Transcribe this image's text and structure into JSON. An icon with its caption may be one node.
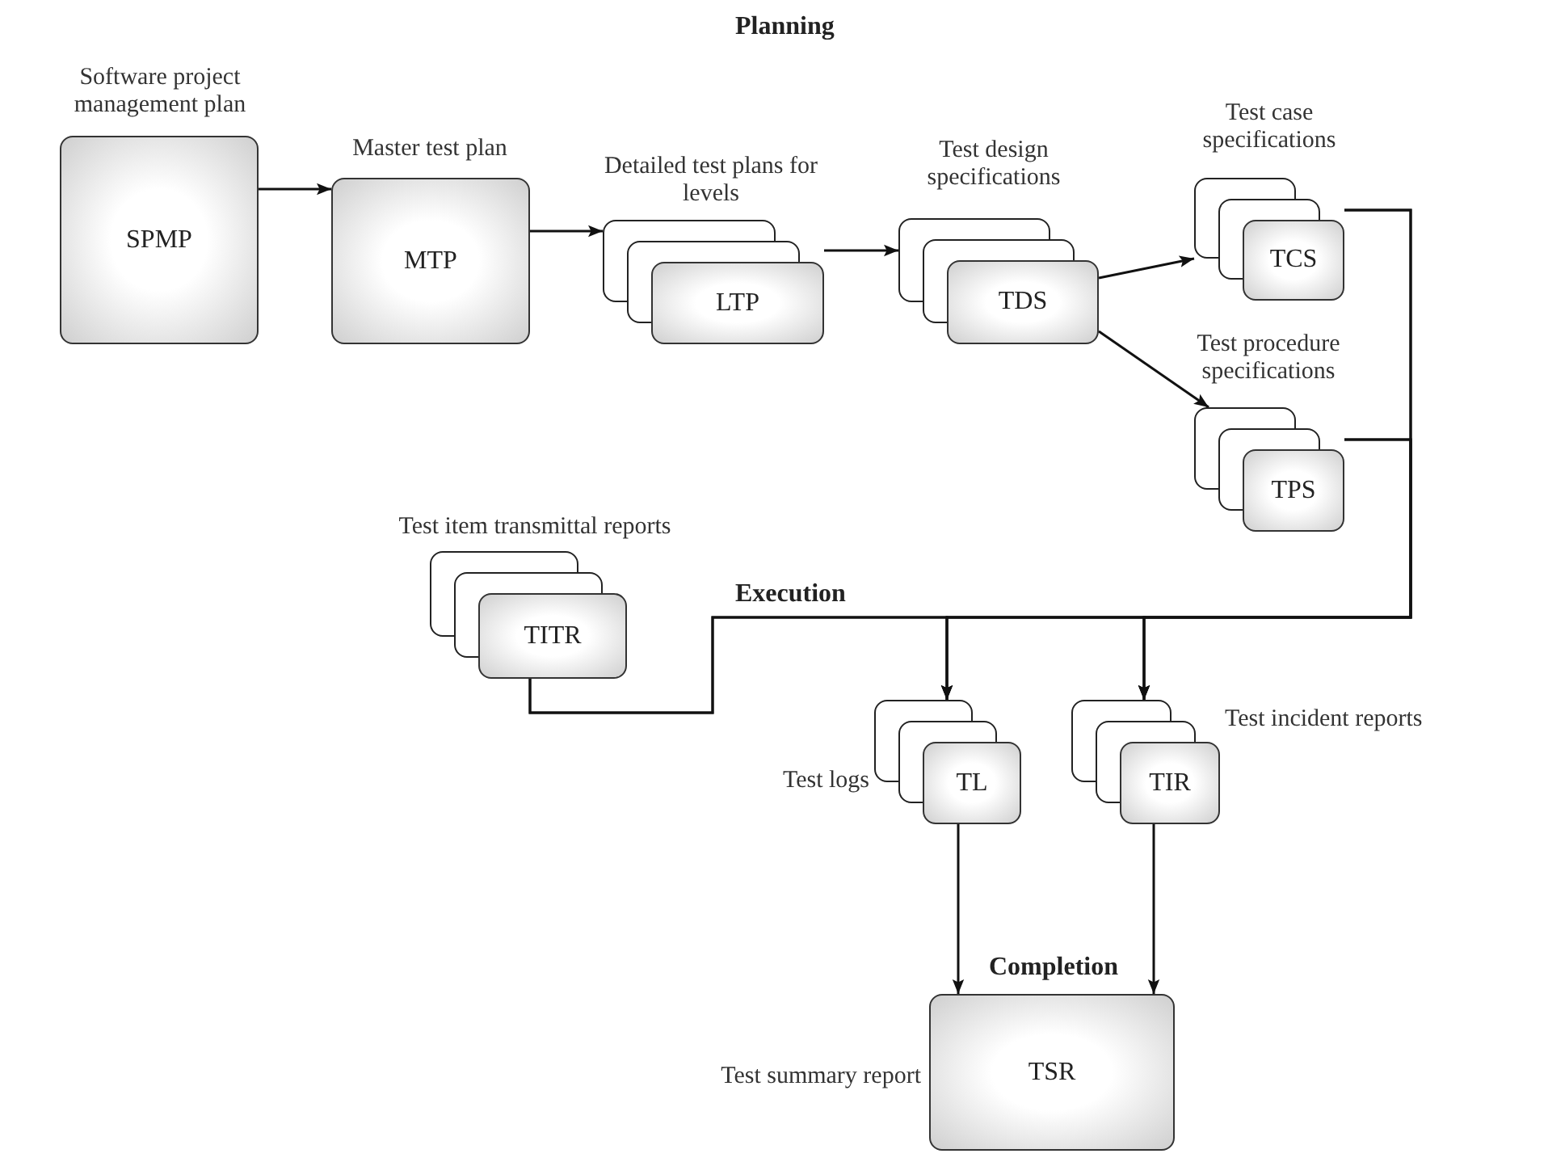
{
  "diagram": {
    "nodes": [
      {
        "text": [
          "Software project management plan",
          "SPMP"
        ]
      },
      {
        "text": [
          "Master test plan",
          "MTP"
        ]
      },
      {
        "text": [
          "Detailed test plans for levels",
          "LTP"
        ]
      },
      {
        "text": [
          "Test design specifications",
          "TDS"
        ]
      },
      {
        "text": [
          "Test case specifications",
          "TCS"
        ]
      },
      {
        "text": [
          "Test procedure specifications",
          "TPS"
        ]
      },
      {
        "text": [
          "Test item transmittal reports",
          "TITR"
        ]
      },
      {
        "text": [
          "Test logs",
          "TL"
        ]
      },
      {
        "text": [
          "Test incident reports",
          "TIR"
        ]
      },
      {
        "text": [
          "Test summary report",
          "TSR"
        ]
      }
    ],
    "edges": [
      {
        "from": 0,
        "to": 1,
        "arrow": "to"
      },
      {
        "from": 1,
        "to": 2,
        "arrow": "to"
      },
      {
        "from": 2,
        "to": 3,
        "arrow": "to"
      },
      {
        "from": 3,
        "to": 4,
        "arrow": "to"
      },
      {
        "from": 3,
        "to": 5,
        "arrow": "to"
      },
      {
        "from": 4,
        "to": 7,
        "arrow": "to"
      },
      {
        "from": 4,
        "to": 8,
        "arrow": "to"
      },
      {
        "from": 5,
        "to": 7,
        "arrow": "to"
      },
      {
        "from": 5,
        "to": 8,
        "arrow": "to"
      },
      {
        "from": 6,
        "to": 7,
        "arrow": "to"
      },
      {
        "from": 6,
        "to": 8,
        "arrow": "to"
      },
      {
        "from": 7,
        "to": 9,
        "arrow": "to"
      },
      {
        "from": 8,
        "to": 9,
        "arrow": "to"
      }
    ],
    "labels": [
      "Planning",
      "Execution",
      "Completion"
    ]
  }
}
